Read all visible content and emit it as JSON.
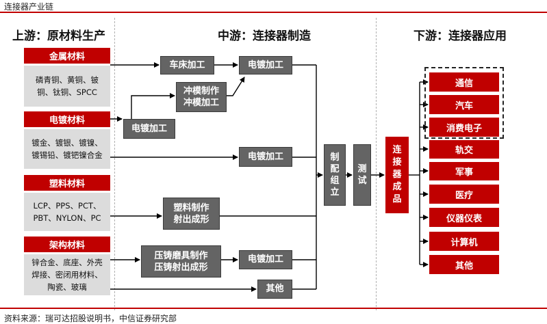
{
  "page_title": "连接器产业链",
  "columns": {
    "upstream": "上游：原材料生产",
    "midstream": "中游：连接器制造",
    "downstream": "下游：连接器应用"
  },
  "materials": [
    {
      "title": "金属材料",
      "detail": "磷青铜、黄铜、铍铜、钛铜、SPCC"
    },
    {
      "title": "电镀材料",
      "detail": "镀金、镀银、镀镍、镀锡铅、镀钯镍合金"
    },
    {
      "title": "塑料材料",
      "detail": "LCP、PPS、PCT、PBT、NYLON、PC"
    },
    {
      "title": "架构材料",
      "detail": "锌合金、底座、外壳焊接、密闭用材料、陶瓷、玻璃"
    }
  ],
  "processes": {
    "lathe": "车床加工",
    "plating_a": "电镀加工",
    "stamping_mold": [
      "冲模制作",
      "冲模加工"
    ],
    "plating_left": "电镀加工",
    "plating_b": "电镀加工",
    "plastic": [
      "塑料制作",
      "射出成形"
    ],
    "die_cast": [
      "压铸磨具制作",
      "压铸射出成形"
    ],
    "plating_c": "电镀加工",
    "other_mid": "其他"
  },
  "assembly": "制配组立",
  "testing": "测试",
  "finished_product": "连接器成品",
  "applications": [
    "通信",
    "汽车",
    "消费电子",
    "轨交",
    "军事",
    "医疗",
    "仪器仪表",
    "计算机",
    "其他"
  ],
  "highlighted_count": 3,
  "source": "资料来源：瑞可达招股说明书，中信证券研究部",
  "colors": {
    "accent": "#c00000",
    "process": "#646464",
    "material_bg": "#dcdcdc"
  }
}
